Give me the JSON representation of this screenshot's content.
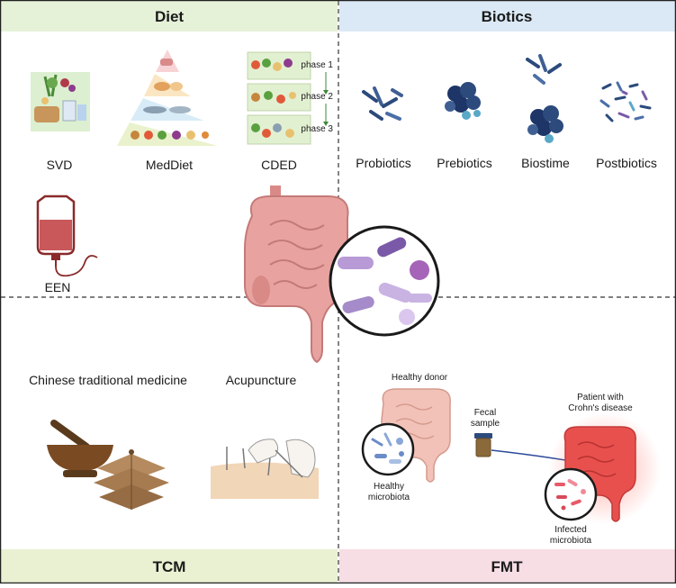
{
  "sections": {
    "diet": {
      "title": "Diet"
    },
    "biotics": {
      "title": "Biotics"
    },
    "tcm": {
      "title": "TCM"
    },
    "fmt": {
      "title": "FMT"
    }
  },
  "diet_items": [
    "SVD",
    "MedDiet",
    "CDED",
    "EEN"
  ],
  "cded_phases": [
    "phase 1",
    "phase 2",
    "phase 3"
  ],
  "biotics_items": [
    "Probiotics",
    "Prebiotics",
    "Biostime",
    "Postbiotics"
  ],
  "tcm_items": [
    "Chinese traditional medicine",
    "Acupuncture"
  ],
  "fmt": {
    "healthy_donor": "Healthy donor",
    "fecal_sample": [
      "Fecal",
      "sample"
    ],
    "patient": [
      "Patient with",
      "Crohn's disease"
    ],
    "healthy_microbiota": [
      "Healthy",
      "microbiota"
    ],
    "infected_microbiota": [
      "Infected",
      "microbiota"
    ]
  },
  "colors": {
    "diet_header": "#e6f2d8",
    "biotics_header": "#dbe9f6",
    "tcm_header": "#eaf1d2",
    "fmt_header": "#f7dde4",
    "intestine": "#e8a3a0",
    "inflamed": "#e8504e",
    "bacteria_dark": "#2c4a7c"
  }
}
